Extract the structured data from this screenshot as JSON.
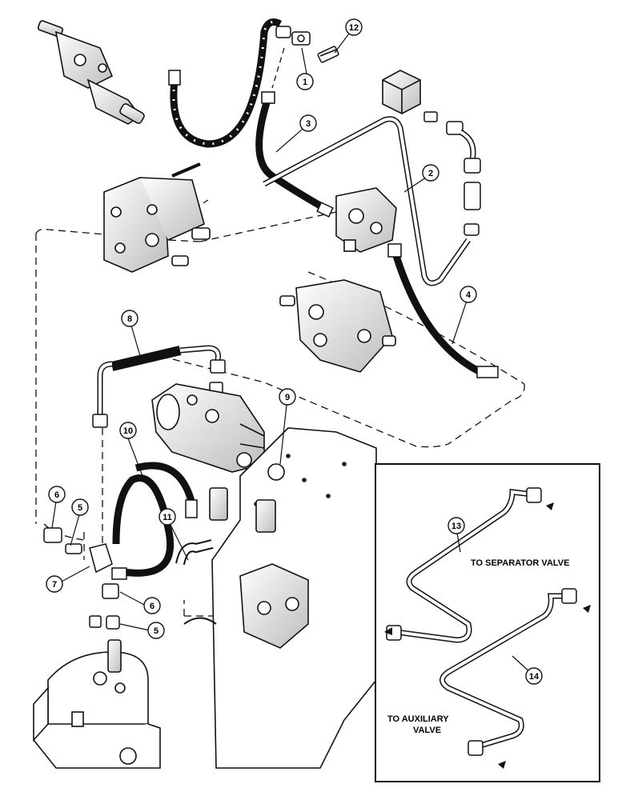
{
  "callouts": {
    "c1": "1",
    "c2": "2",
    "c3": "3",
    "c4": "4",
    "c5a": "5",
    "c5b": "5",
    "c6a": "6",
    "c6b": "6",
    "c7": "7",
    "c8": "8",
    "c9": "9",
    "c10": "10",
    "c11": "11",
    "c12": "12",
    "c13": "13",
    "c14": "14"
  },
  "inset": {
    "to_separator_valve": "TO SEPARATOR VALVE",
    "to_auxiliary_line1": "TO AUXILIARY",
    "to_auxiliary_line2": "VALVE"
  },
  "colors": {
    "ink": "#111111",
    "paper": "#ffffff",
    "shade": "#cfcfcf"
  }
}
